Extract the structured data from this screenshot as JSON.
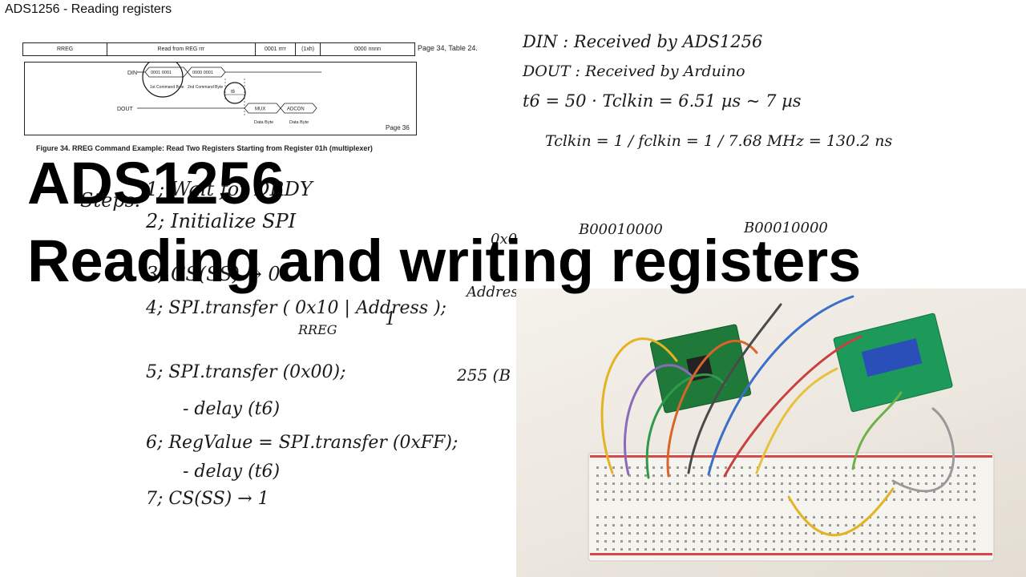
{
  "window": {
    "title": "ADS1256 - Reading registers"
  },
  "datasheet": {
    "table_cells": [
      "RREG",
      "Read from REG rrr",
      "0001 rrrr",
      "(1xh)",
      "0000 nnnn"
    ],
    "table_ref": "Page 34, Table 24.",
    "signals": {
      "din": "DIN",
      "dout": "DOUT"
    },
    "din_bytes": [
      "0001 0001",
      "0000 0001"
    ],
    "din_notes": [
      "1st Command Byte",
      "2nd Command Byte"
    ],
    "t6_label": "t6",
    "dout_bytes": [
      "MUX",
      "ADCON"
    ],
    "dout_notes": [
      "Data Byte",
      "Data Byte"
    ],
    "page_label": "Page 36",
    "figure_caption": "Figure 34. RREG Command Example: Read Two Registers Starting from Register 01h (multiplexer)"
  },
  "notes": {
    "din_line": "DIN : Received by ADS1256",
    "dout_line": "DOUT : Received by Arduino",
    "t6_line": "t6 = 50 · Tclkin = 6.51 µs ~ 7 µs",
    "tclkin_line": "Tclkin = 1 / fclkin = 1 / 7.68 MHz = 130.2 ns",
    "steps_label": "Steps:",
    "step1": "1; Wait for DRDY",
    "step2": "2; Initialize SPI",
    "step3": "3; CS(SS) → 0",
    "step4": "4; SPI.transfer ( 0x10 | Address );",
    "rreg": "RREG",
    "step5": "5; SPI.transfer (0x00);",
    "delay1": "- delay (t6)",
    "note255": "255 (B",
    "step6": "6; RegValue = SPI.transfer (0xFF);",
    "delay2": "- delay (t6)",
    "step7": "7; CS(SS) → 1",
    "bin1": "B00010000",
    "bin2": "B00010000",
    "hex_frag": "0x0",
    "addr_frag": "Address",
    "one": "1"
  },
  "overlay": {
    "title_line1": "ADS1256",
    "title_line2": "Reading and writing registers"
  },
  "photo": {
    "wire_colors": [
      "#e3b324",
      "#8a6bb8",
      "#2f9a4a",
      "#d8652a",
      "#4a4a4a",
      "#3b6fc9",
      "#c94040",
      "#e8c040",
      "#6fb04a",
      "#999999"
    ]
  }
}
